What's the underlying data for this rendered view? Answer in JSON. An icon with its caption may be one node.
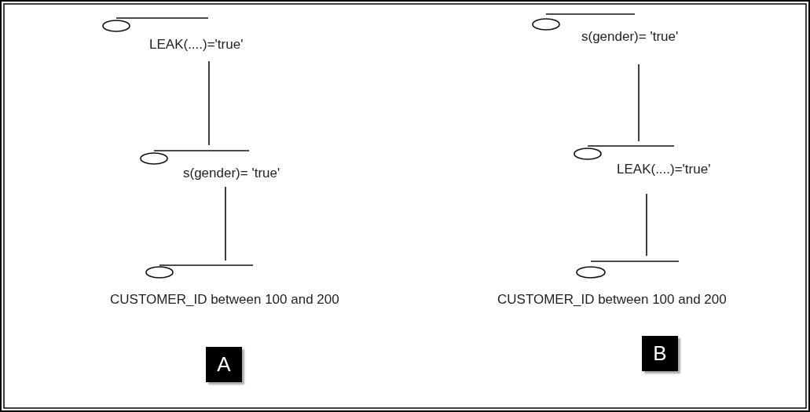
{
  "diagram": {
    "nodes": [
      {
        "text": [
          "LEAK(....)='true'"
        ]
      },
      {
        "text": [
          "s(gender)= 'true'"
        ]
      },
      {
        "text": [
          "CUSTOMER_ID between 100 and 200"
        ]
      },
      {
        "text": [
          "s(gender)= 'true'"
        ]
      },
      {
        "text": [
          "LEAK(....)='true'"
        ]
      },
      {
        "text": [
          "CUSTOMER_ID between 100 and 200"
        ]
      },
      {
        "text": [
          "A"
        ]
      },
      {
        "text": [
          "B"
        ]
      }
    ],
    "edges": [
      {
        "from": 0,
        "to": 1,
        "arrow": "none"
      },
      {
        "from": 1,
        "to": 2,
        "arrow": "none"
      },
      {
        "from": 3,
        "to": 4,
        "arrow": "none"
      },
      {
        "from": 4,
        "to": 5,
        "arrow": "none"
      }
    ]
  }
}
